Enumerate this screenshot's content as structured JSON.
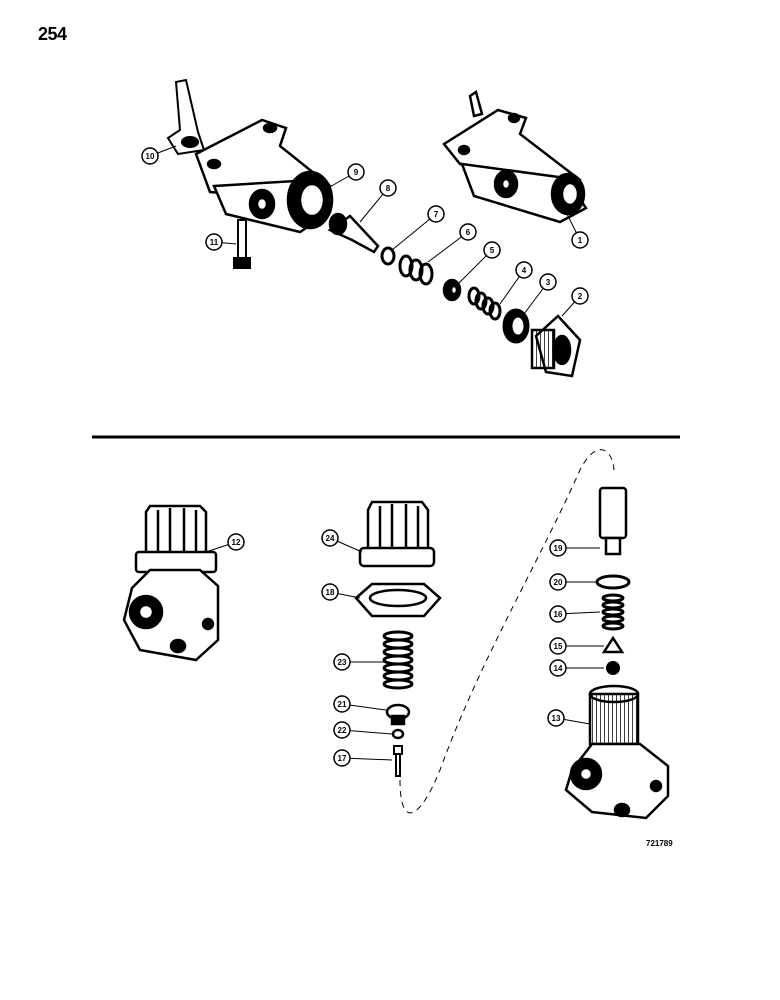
{
  "page": {
    "number": "254",
    "figure_code": "721789"
  },
  "callouts": [
    "1",
    "2",
    "3",
    "4",
    "5",
    "6",
    "7",
    "8",
    "9",
    "10",
    "11",
    "12",
    "13",
    "14",
    "15",
    "16",
    "17",
    "18",
    "19",
    "20",
    "21",
    "22",
    "23",
    "24"
  ]
}
